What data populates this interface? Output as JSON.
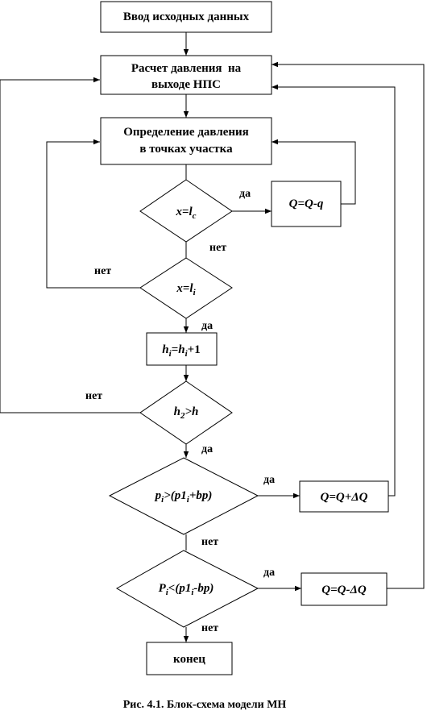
{
  "flowchart": {
    "start": {
      "text": "Ввод исходных данных"
    },
    "pressure_calc": {
      "line1": "Расчет давления  на",
      "line2": "выходе НПС"
    },
    "points_calc": {
      "line1": "Определение давления",
      "line2": "в точках участка"
    },
    "decision_lc": {
      "var": "x",
      "eq": "=",
      "rhs": "l",
      "sub": "c"
    },
    "box_q_minus_q": {
      "a": "Q",
      "eq": "=",
      "b": "Q",
      "op": "-",
      "c": "q"
    },
    "decision_li": {
      "var": "x",
      "eq": "=",
      "rhs": "l",
      "sub": "i"
    },
    "box_hi": {
      "a": "h",
      "asub": "i",
      "eq": "=",
      "b": "h",
      "bsub": "i",
      "tail": "+1"
    },
    "decision_h2": {
      "a": "h",
      "asub": "2",
      "op": ">",
      "b": "h"
    },
    "decision_p_gt": {
      "a": "p",
      "asub": "i",
      "op": ">",
      "p1": "(p1",
      "p1sub": "i",
      "tail": "+bp)"
    },
    "box_q_plus_dq": {
      "a": "Q",
      "eq": "=",
      "b": "Q",
      "op": "+",
      "c": "ΔQ"
    },
    "decision_p_lt": {
      "a": "P",
      "asub": "i",
      "op": "<",
      "p1": "(p1",
      "p1sub": "i",
      "tail": "-bp)"
    },
    "box_q_minus_dq": {
      "a": "Q",
      "eq": "=",
      "b": "Q",
      "op": "-",
      "c": "ΔQ"
    },
    "end": {
      "text": "конец"
    },
    "labels": {
      "yes_lc": "да",
      "no_lc": "нет",
      "no_li": "нет",
      "yes_li": "да",
      "no_h2": "нет",
      "yes_h2": "да",
      "yes_p_gt": "да",
      "no_p_gt": "нет",
      "yes_p_lt": "да",
      "no_p_lt": "нет"
    }
  },
  "caption": "Рис. 4.1. Блок-схема модели МН"
}
